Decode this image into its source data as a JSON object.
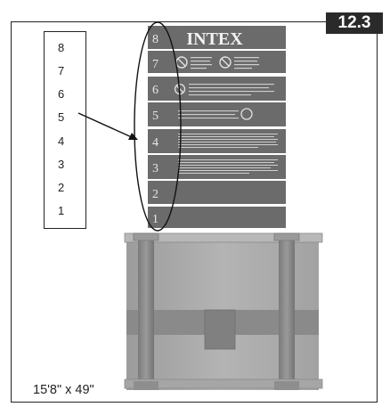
{
  "section_badge": "12.3",
  "label_brand": "INTEX",
  "legend_numbers": [
    "8",
    "7",
    "6",
    "5",
    "4",
    "3",
    "2",
    "1"
  ],
  "panel_numbers": [
    "8",
    "7",
    "6",
    "5",
    "4",
    "3",
    "2",
    "1"
  ],
  "size_caption": "15'8\" x 49\"",
  "colors": {
    "label_band": "#6b6b6b",
    "pool_wall": "#a9a9a9",
    "badge_bg": "#2a2a2a"
  }
}
